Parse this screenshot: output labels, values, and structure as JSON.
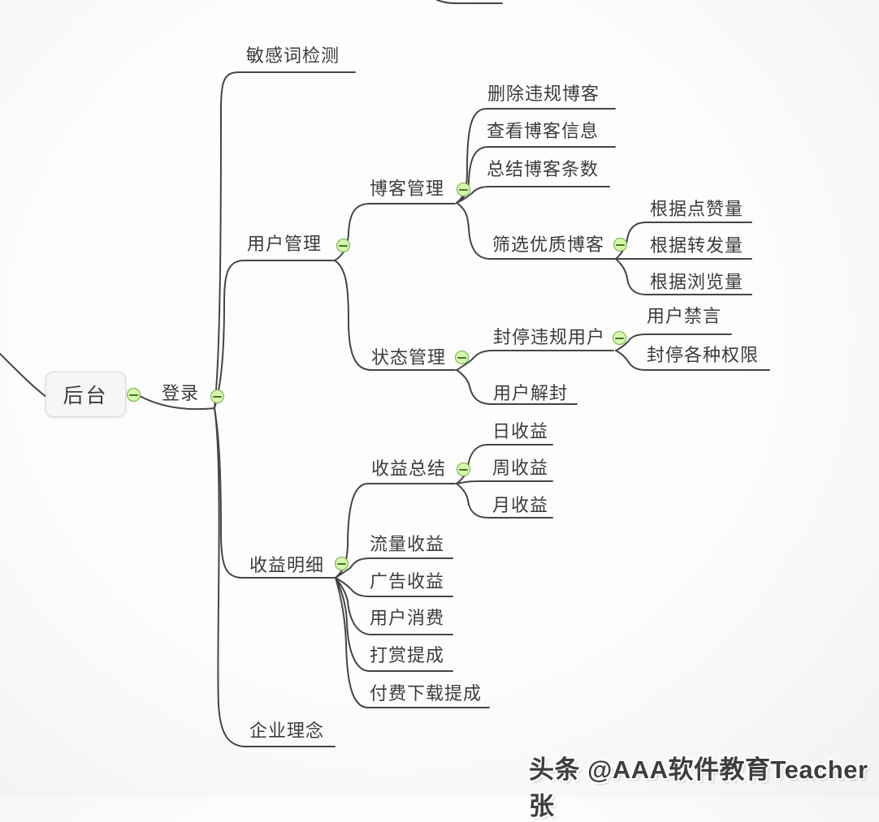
{
  "mindmap": {
    "root_label": "后台",
    "nodes": {
      "login": "登录",
      "sensitive_word_check": "敏感词检测",
      "user_mgmt": "用户管理",
      "blog_mgmt": "博客管理",
      "delete_blog": "删除违规博客",
      "view_blog": "查看博客信息",
      "sum_blog": "总结博客条数",
      "filter_blog": "筛选优质博客",
      "by_likes": "根据点赞量",
      "by_shares": "根据转发量",
      "by_views": "根据浏览量",
      "status_mgmt": "状态管理",
      "ban_user": "封停违规用户",
      "mute_user": "用户禁言",
      "ban_perms": "封停各种权限",
      "unban_user": "用户解封",
      "income_detail": "收益明细",
      "income_sum": "收益总结",
      "daily_income": "日收益",
      "weekly_income": "周收益",
      "monthly_income": "月收益",
      "traffic_income": "流量收益",
      "ad_income": "广告收益",
      "user_consume": "用户消费",
      "tip_commission": "打赏提成",
      "paid_download_commission": "付费下载提成",
      "philosophy": "企业理念"
    },
    "structure": {
      "后台": [
        "登录"
      ],
      "登录": [
        "敏感词检测",
        "用户管理",
        "收益明细",
        "企业理念"
      ],
      "用户管理": [
        "博客管理",
        "状态管理"
      ],
      "博客管理": [
        "删除违规博客",
        "查看博客信息",
        "总结博客条数",
        "筛选优质博客"
      ],
      "筛选优质博客": [
        "根据点赞量",
        "根据转发量",
        "根据浏览量"
      ],
      "状态管理": [
        "封停违规用户",
        "用户解封"
      ],
      "封停违规用户": [
        "用户禁言",
        "封停各种权限"
      ],
      "收益明细": [
        "收益总结",
        "流量收益",
        "广告收益",
        "用户消费",
        "打赏提成",
        "付费下载提成"
      ],
      "收益总结": [
        "日收益",
        "周收益",
        "月收益"
      ]
    },
    "colors": {
      "line": "#454545",
      "text": "#3c3c3c",
      "collapse-fill": "#d8f6ae",
      "collapse-border": "#66b43d",
      "collapse-minus": "#3c7a1f",
      "root-fill": "#f6f6f8",
      "root-border": "#d9d9de"
    },
    "watermark": "头条 @AAA软件教育Teacher张"
  }
}
